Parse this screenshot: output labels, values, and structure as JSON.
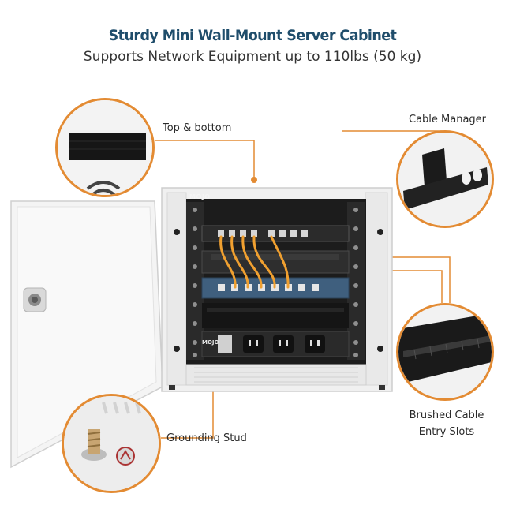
{
  "header": {
    "title": "Sturdy Mini Wall-Mount Server Cabinet",
    "subtitle": "Supports Network Equipment up to 110lbs (50 kg)"
  },
  "callouts": {
    "top_bottom": "Top & bottom",
    "cable_manager": "Cable Manager",
    "grounding_stud": "Grounding Stud",
    "brushed_cable": "Brushed Cable Entry Slots"
  },
  "branding": {
    "logo_text": "MOJO",
    "logo_text_lower": "MOJO"
  },
  "colors": {
    "title": "#1f4d6b",
    "accent_orange": "#e38b33",
    "cabinet_white": "#f1f1f1",
    "switch_blue": "#3f5f7e",
    "patch_cable": "#f0a030"
  }
}
